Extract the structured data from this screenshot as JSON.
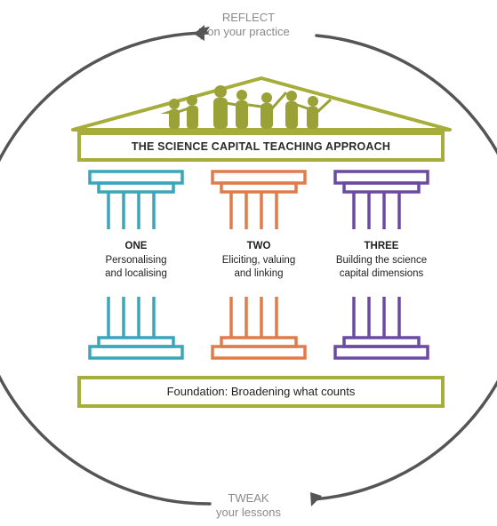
{
  "cycle": {
    "top_label_line1": "REFLECT",
    "top_label_line2": "on your practice",
    "bottom_label_line1": "TWEAK",
    "bottom_label_line2": "your lessons"
  },
  "banner": {
    "title": "THE SCIENCE CAPITAL TEACHING APPROACH"
  },
  "pillars": [
    {
      "title": "ONE",
      "desc_line1": "Personalising",
      "desc_line2": "and localising",
      "color": "#3aa6b9"
    },
    {
      "title": "TWO",
      "desc_line1": "Eliciting, valuing",
      "desc_line2": "and linking",
      "color": "#e07b4a"
    },
    {
      "title": "THREE",
      "desc_line1": "Building the science",
      "desc_line2": "capital dimensions",
      "color": "#6b4aa3"
    }
  ],
  "foundation": {
    "text": "Foundation: Broadening what counts"
  },
  "colors": {
    "roof": "#a6ad3b",
    "cycle": "#555555",
    "label_gray": "#8a8a8a"
  }
}
